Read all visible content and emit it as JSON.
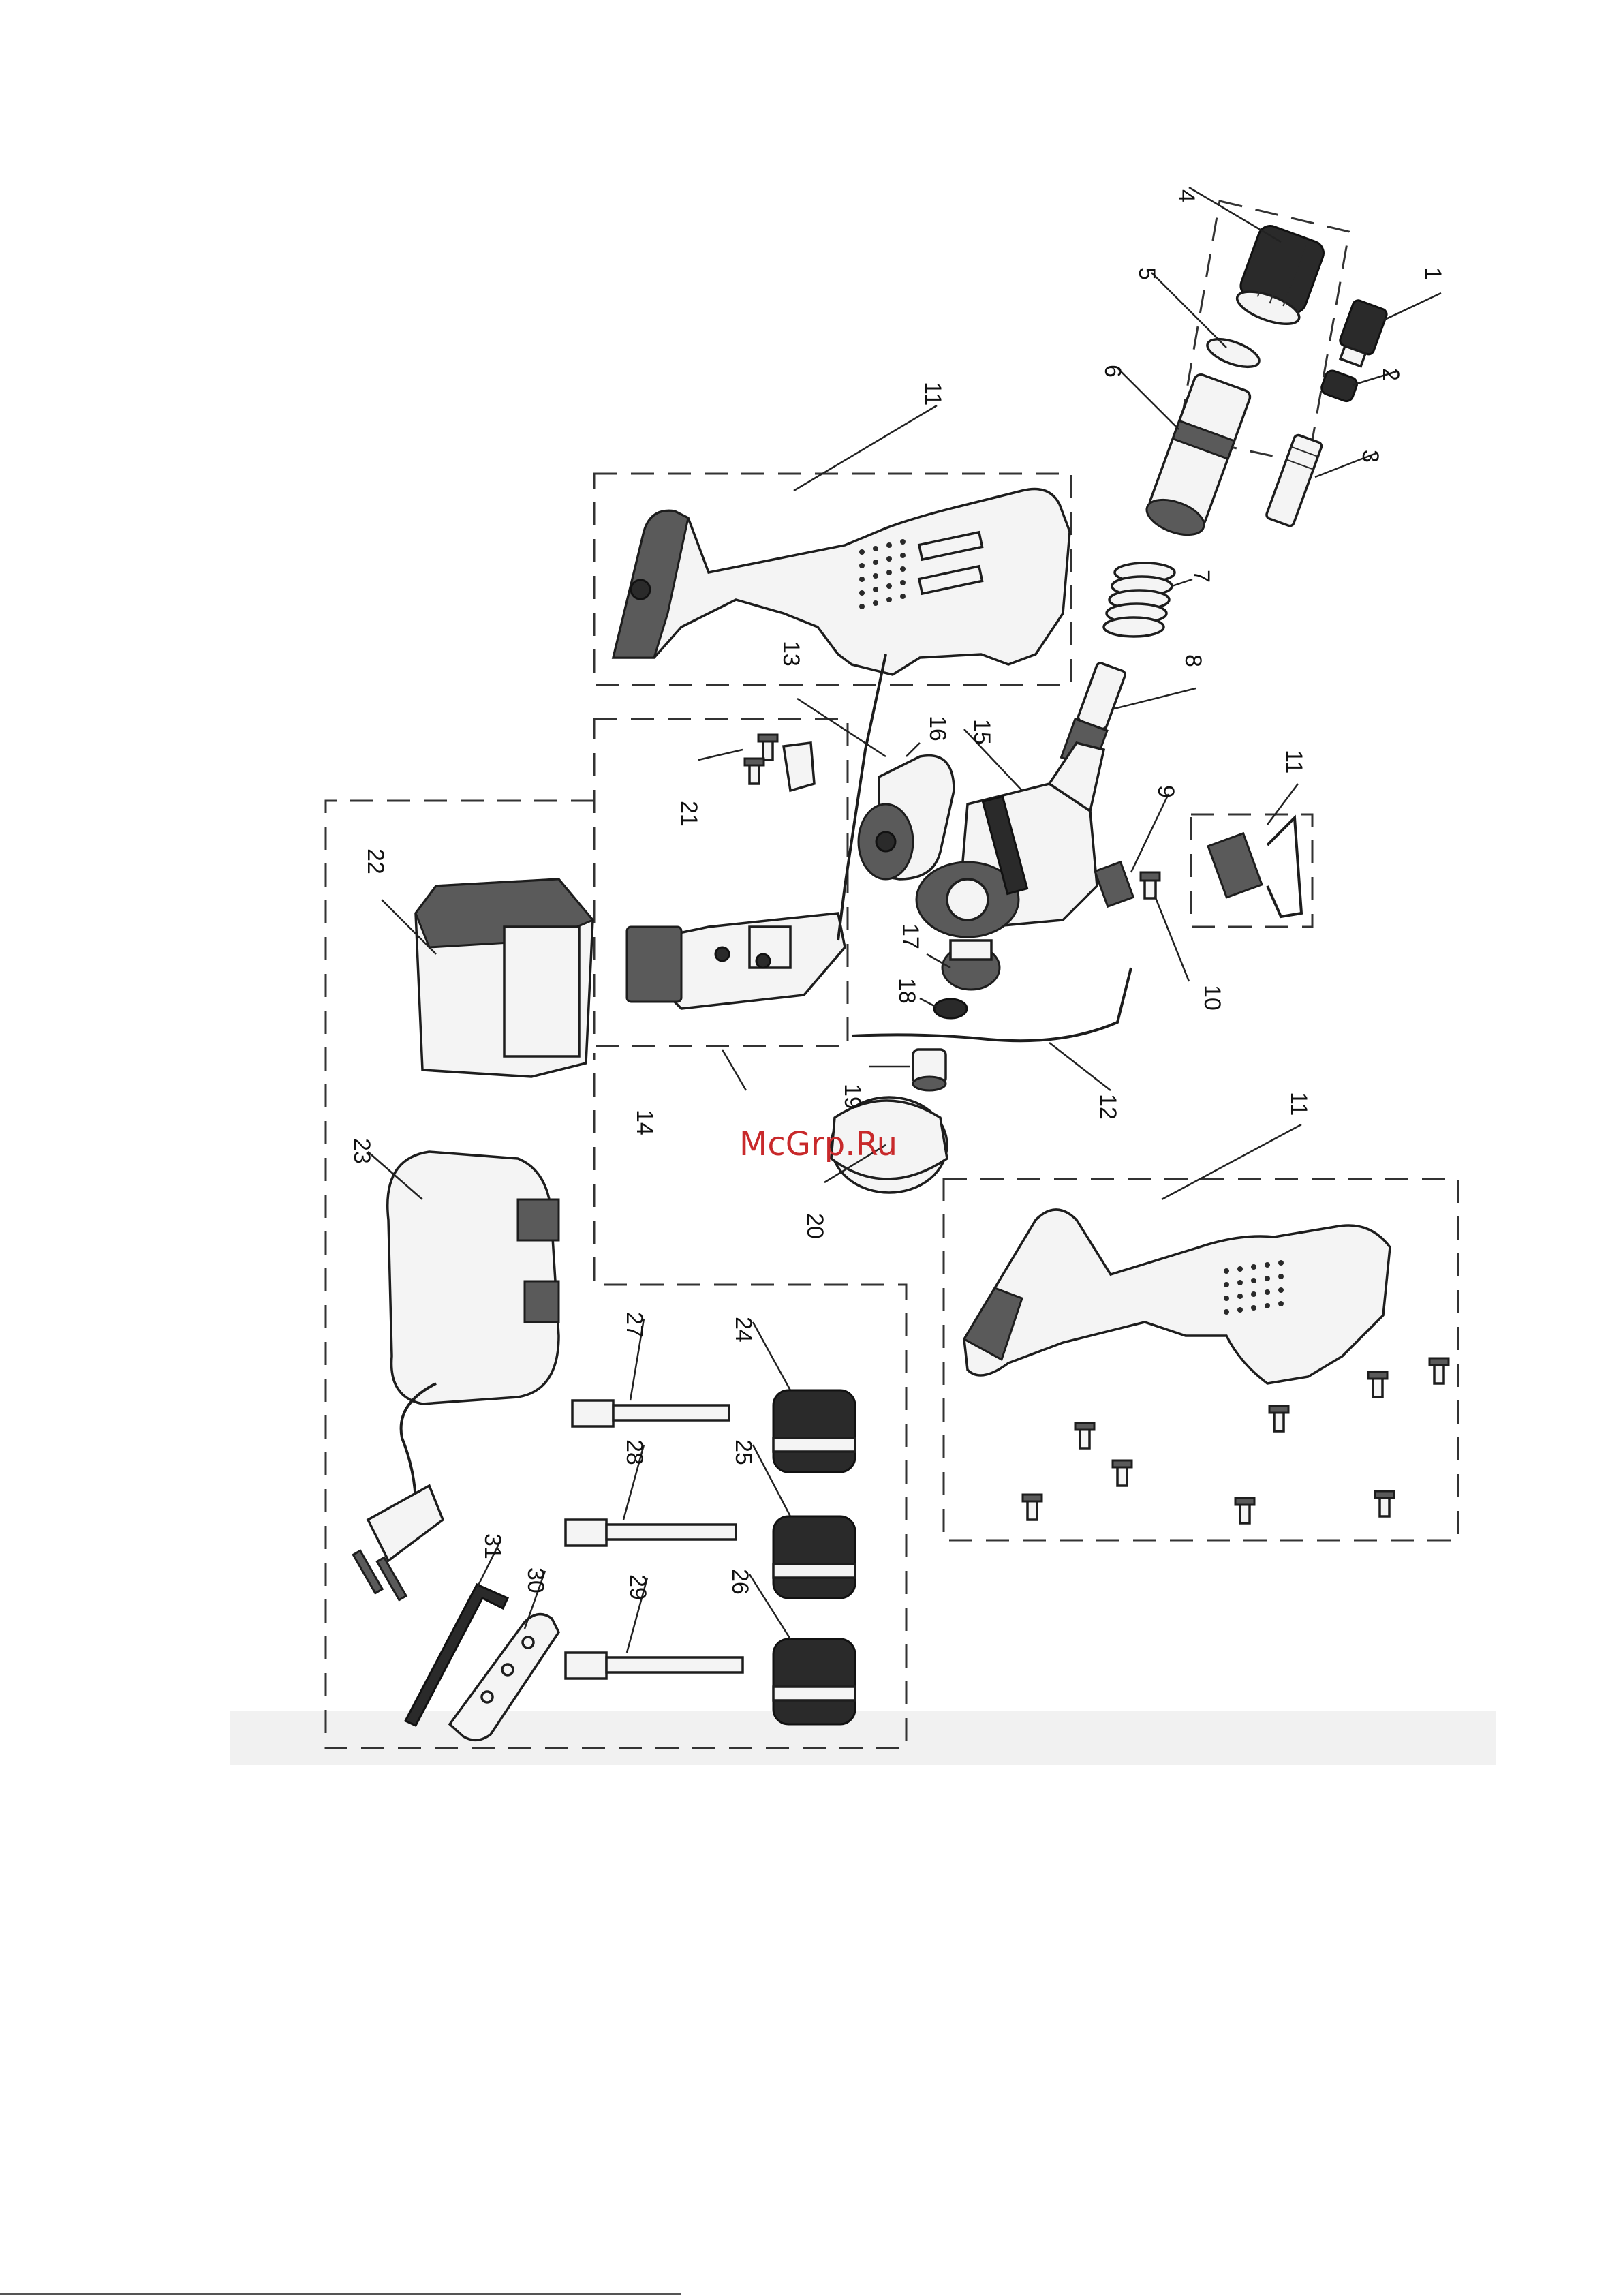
{
  "watermark": "McGrp.Ru",
  "callouts": {
    "c1": "1",
    "c2": "2",
    "c3": "3",
    "c4": "4",
    "c5": "5",
    "c6": "6",
    "c7": "7",
    "c8": "8",
    "c9": "9",
    "c10": "10",
    "c11a": "11",
    "c11b": "11",
    "c11c": "11",
    "c12": "12",
    "c13": "13",
    "c14": "14",
    "c15": "15",
    "c16": "16",
    "c17": "17",
    "c18": "18",
    "c19": "19",
    "c20": "20",
    "c21": "21",
    "c22": "22",
    "c23": "23",
    "c24": "24",
    "c25": "25",
    "c26": "26",
    "c27": "27",
    "c28": "28",
    "c29": "29",
    "c30": "30",
    "c31": "31"
  }
}
